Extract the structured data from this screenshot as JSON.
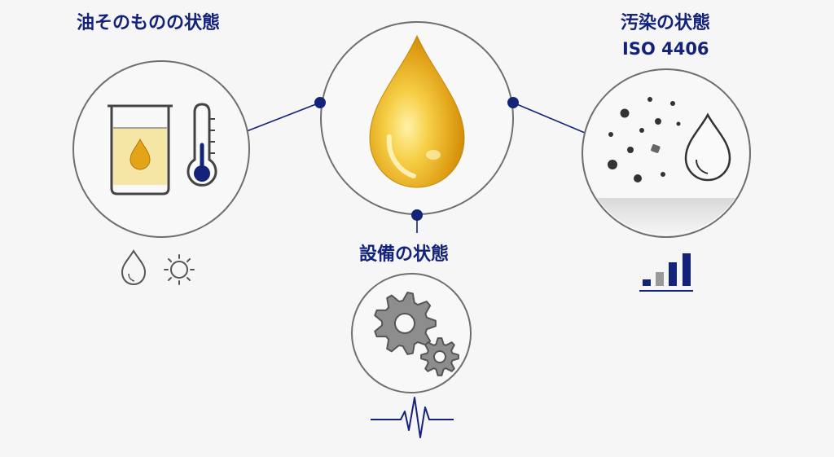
{
  "labels": {
    "oil_condition": "油そのものの状態",
    "contamination_condition": "汚染の状態",
    "contamination_standard": "ISO 4406",
    "equipment_condition": "設備の状態"
  },
  "icons": {
    "center": "oil-drop-icon",
    "oil": [
      "beaker-icon",
      "thermometer-icon",
      "water-drop-icon",
      "sun-icon"
    ],
    "contamination": [
      "particles-icon",
      "water-drop-icon",
      "signal-bars-icon"
    ],
    "equipment": [
      "gears-icon",
      "vibration-wave-icon"
    ]
  },
  "colors": {
    "navy": "#13237a",
    "oil_gold": "#e3a41a",
    "gear_gray": "#8d8d8d",
    "circle_stroke": "#6f6f6f"
  }
}
